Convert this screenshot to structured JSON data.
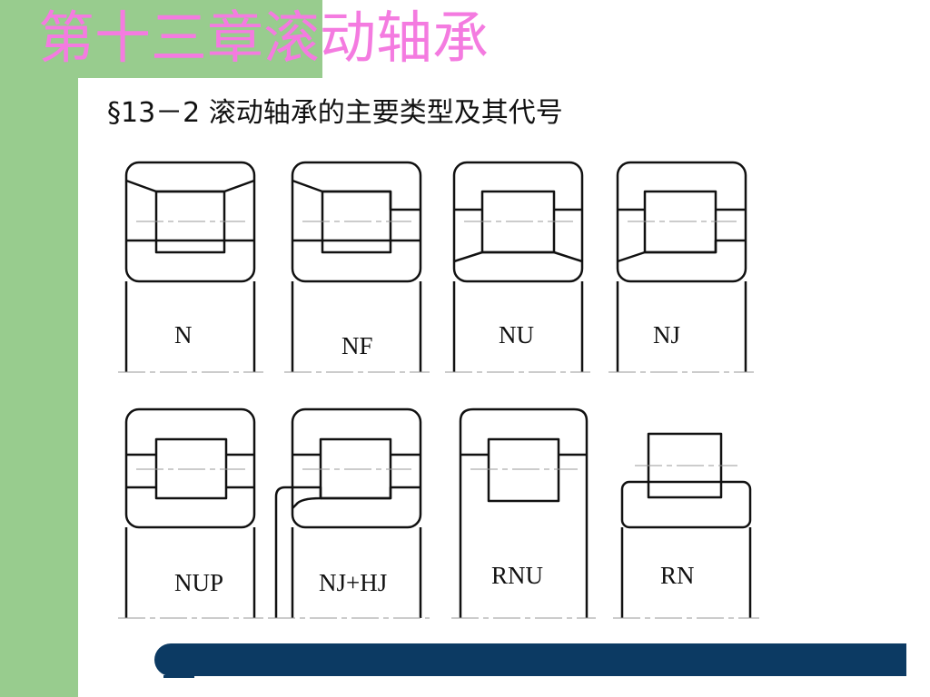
{
  "slide": {
    "title": "第十三章滚动轴承",
    "subtitle": "§13－2 滚动轴承的主要类型及其代号"
  },
  "bearings": {
    "N": "N",
    "NF": "NF",
    "NU": "NU",
    "NJ": "NJ",
    "NUP": "NUP",
    "NJHJ": "NJ+HJ",
    "RNU": "RNU",
    "RN": "RN"
  },
  "colors": {
    "title": "#f47be0",
    "green_panel": "#98cc8e",
    "blue_bar": "#0c3a63",
    "line": "#111111",
    "centerline": "#999999"
  }
}
